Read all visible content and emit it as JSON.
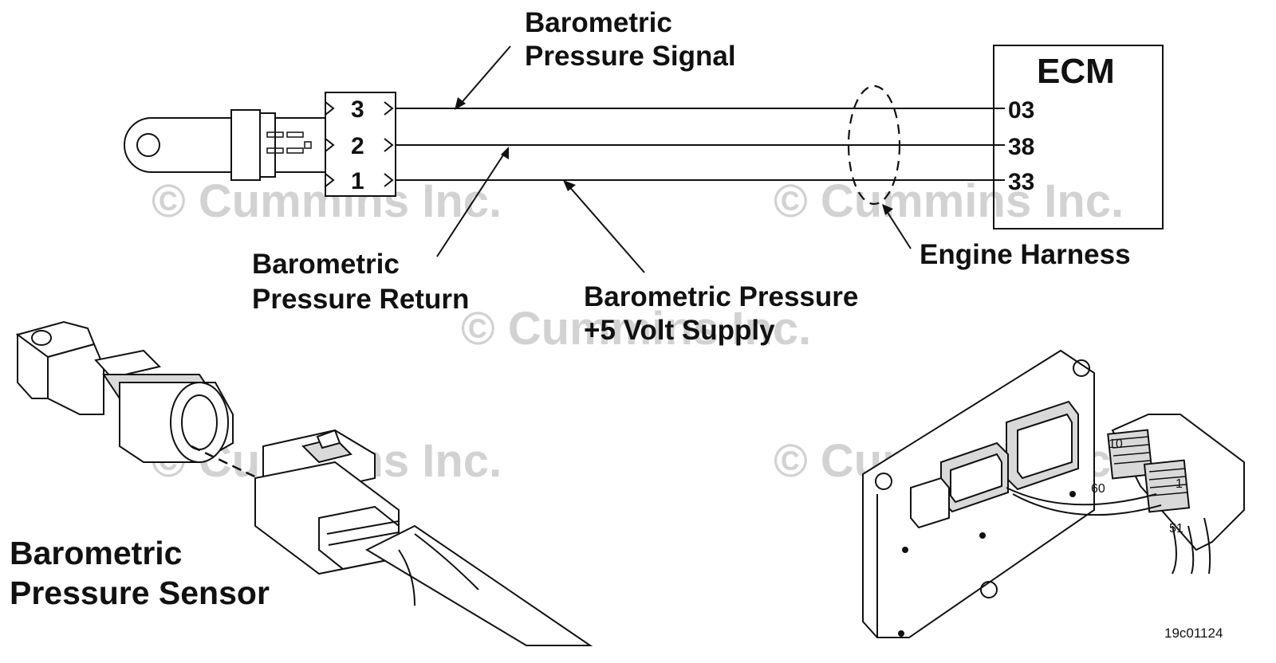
{
  "watermark": "© Cummins Inc.",
  "labels": {
    "signal_line1": "Barometric",
    "signal_line2": "Pressure Signal",
    "return_line1": "Barometric",
    "return_line2": "Pressure Return",
    "supply_line1": "Barometric Pressure",
    "supply_line2": "+5 Volt Supply",
    "harness": "Engine Harness",
    "sensor_line1": "Barometric",
    "sensor_line2": "Pressure Sensor"
  },
  "connector": {
    "pins": [
      "3",
      "2",
      "1"
    ]
  },
  "ecm": {
    "title": "ECM",
    "pins": [
      "03",
      "38",
      "33"
    ]
  },
  "ecm_connector_numbers": {
    "n10": "10",
    "n60": "60",
    "n1": "1",
    "n51": "51"
  },
  "figure_code": "19c01124"
}
